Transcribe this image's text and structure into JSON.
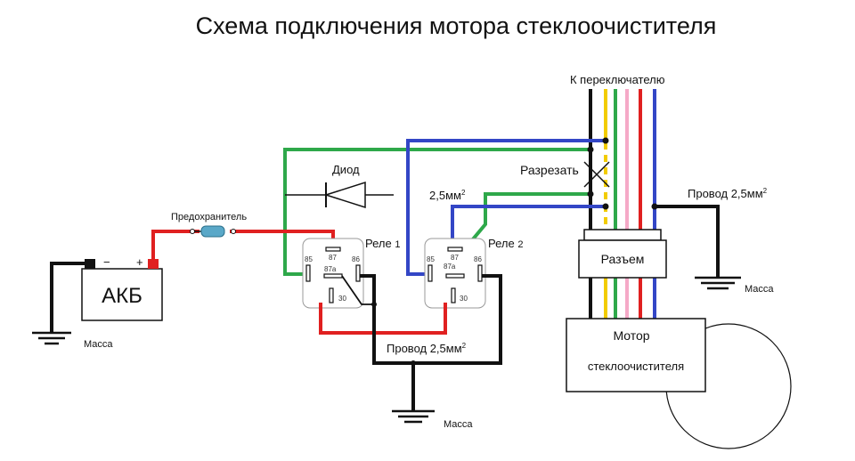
{
  "title": "Схема подключения мотора стеклоочистителя",
  "labels": {
    "to_switch": "К переключателю",
    "cut": "Разрезать",
    "wire_2_5_left": "2,5мм",
    "wire_2_5_right": "Провод 2,5мм",
    "wire_2_5_bottom": "Провод 2,5мм",
    "sup_2": "2",
    "diode": "Диод",
    "fuse": "Предохранитель",
    "relay1": "Реле",
    "relay1_num": "1",
    "relay2": "Реле",
    "relay2_num": "2",
    "connector": "Разъем",
    "motor_line1": "Мотор",
    "motor_line2": "стеклоочистителя",
    "battery": "АКБ",
    "minus": "−",
    "plus": "+",
    "ground_battery": "Масса",
    "ground_center": "Масса",
    "ground_right": "Масса"
  },
  "pins": {
    "p87": "87",
    "p85": "85",
    "p86": "86",
    "p87a": "87a",
    "p30": "30"
  },
  "colors": {
    "black": "#111111",
    "red": "#e02020",
    "green": "#2ea84a",
    "blue": "#3346c6",
    "yellow": "#f2cc00",
    "pink": "#f5a9c7",
    "fuse": "#5aa8c8"
  },
  "icons": [
    "diode-symbol",
    "fuse-symbol",
    "relay-symbol",
    "ground-symbol",
    "battery-symbol",
    "cut-mark-icon"
  ]
}
